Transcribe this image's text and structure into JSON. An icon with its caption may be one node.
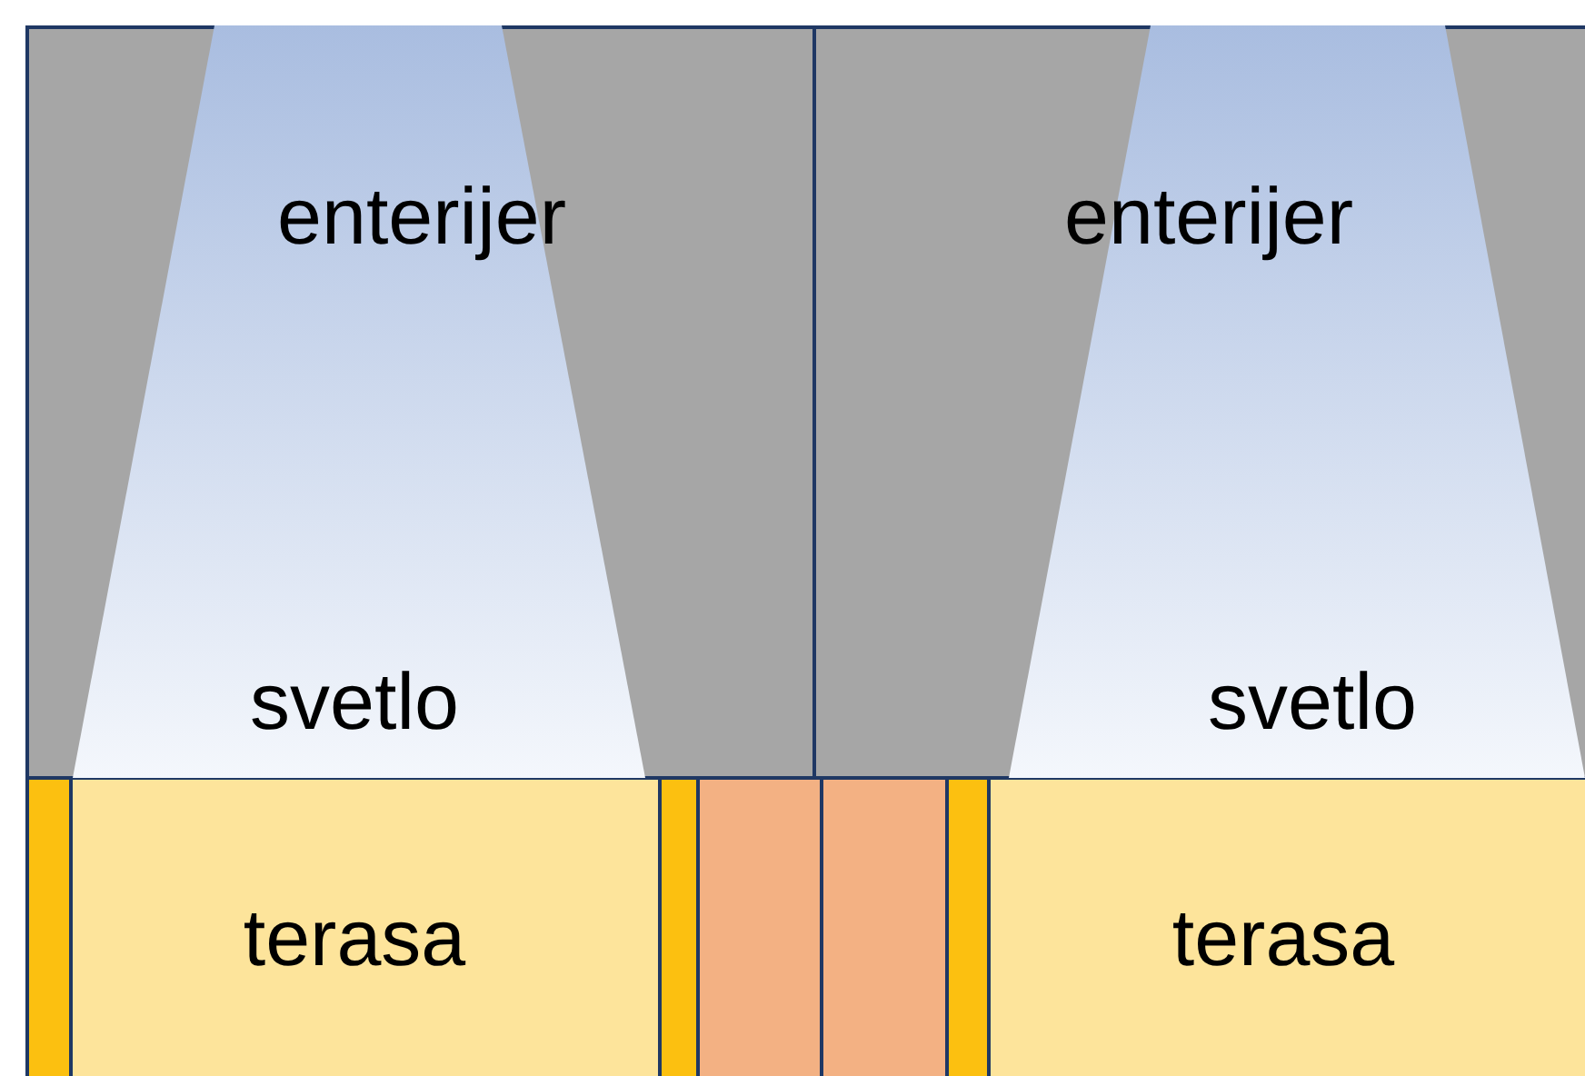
{
  "diagram": {
    "nodes": [
      {
        "text": [
          "enterijer",
          "svetlo"
        ]
      },
      {
        "text": [
          "enterijer",
          "svetlo"
        ]
      },
      {
        "text": [
          "terasa"
        ]
      },
      {
        "text": [
          "terasa"
        ]
      },
      {
        "text": [],
        "shape": "bar"
      },
      {
        "text": [],
        "shape": "bar"
      },
      {
        "text": [],
        "shape": "box"
      },
      {
        "text": [],
        "shape": "box"
      },
      {
        "text": [],
        "shape": "bar"
      }
    ]
  }
}
